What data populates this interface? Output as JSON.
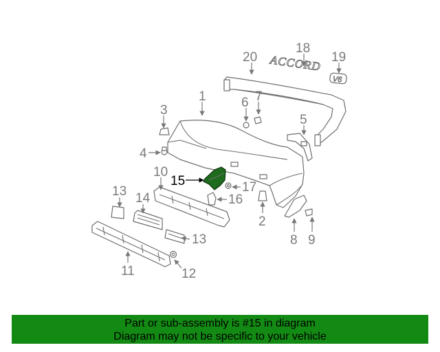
{
  "callouts": {
    "c1": "1",
    "c2": "2",
    "c3": "3",
    "c4": "4",
    "c5": "5",
    "c6": "6",
    "c7": "7",
    "c8": "8",
    "c9": "9",
    "c10": "10",
    "c11": "11",
    "c12": "12",
    "c13a": "13",
    "c13b": "13",
    "c14": "14",
    "c15": "15",
    "c16": "16",
    "c17": "17",
    "c18": "18",
    "c19": "19",
    "c20": "20"
  },
  "highlight": {
    "part": "15",
    "color": "#1e6b1e"
  },
  "badges": {
    "emblem": "ACCORD",
    "trim": "V6"
  },
  "banner": {
    "line1": "Part or sub-assembly is #15 in diagram",
    "line2": "Diagram may not be specific to your vehicle",
    "color": "#138a13"
  }
}
